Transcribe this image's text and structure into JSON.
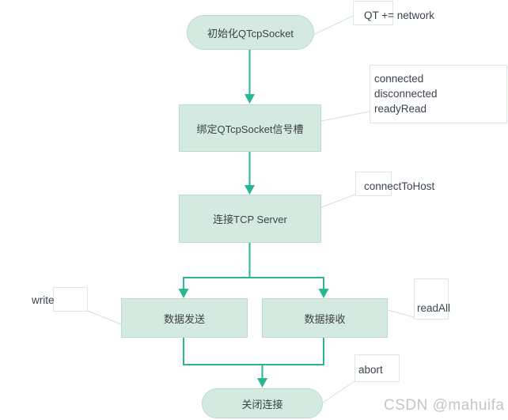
{
  "colors": {
    "shape_fill": "#d4eae0",
    "shape_border": "#b9dccf",
    "connector": "#29b492",
    "leader": "#cde4da",
    "annotation_border": "#d9e9e2",
    "text": "#3d4247",
    "annotation_text": "#3b4450",
    "watermark": "#c5c5c5"
  },
  "flowchart": {
    "nodes": [
      {
        "id": "init",
        "shape": "stadium",
        "label": "初始化QTcpSocket"
      },
      {
        "id": "bind",
        "shape": "rect",
        "label": "绑定QTcpSocket信号槽"
      },
      {
        "id": "connect",
        "shape": "rect",
        "label": "连接TCP Server"
      },
      {
        "id": "send",
        "shape": "rect",
        "label": "数据发送"
      },
      {
        "id": "recv",
        "shape": "rect",
        "label": "数据接收"
      },
      {
        "id": "close",
        "shape": "stadium",
        "label": "关闭连接"
      }
    ],
    "annotations": {
      "qt_module": {
        "label": "QT += network"
      },
      "signal_slots": {
        "lines": [
          "connected",
          "disconnected",
          "readyRead"
        ]
      },
      "connect_to_host": {
        "label": "connectToHost"
      },
      "write": {
        "label": "write"
      },
      "read_all": {
        "label": "readAll"
      },
      "abort": {
        "label": "abort"
      }
    }
  },
  "watermark": "CSDN @mahuifa"
}
